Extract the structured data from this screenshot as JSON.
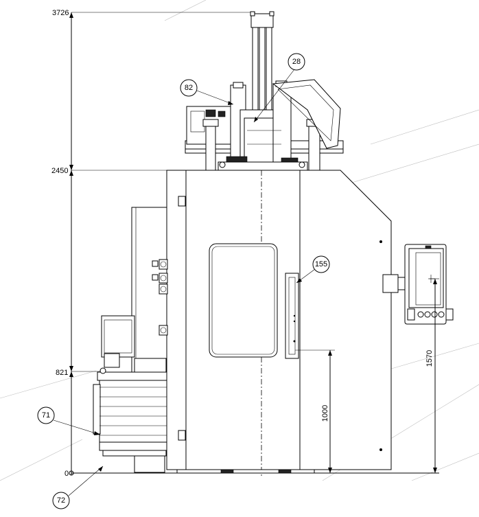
{
  "elevation_labels": {
    "top": "3726",
    "upper": "2450",
    "mid": "821",
    "zero": "0"
  },
  "dimensions": {
    "dim_1000": "1000",
    "dim_1570": "1570"
  },
  "callouts": {
    "c82": "82",
    "c28": "28",
    "c155": "155",
    "c71": "71",
    "c72": "72"
  }
}
